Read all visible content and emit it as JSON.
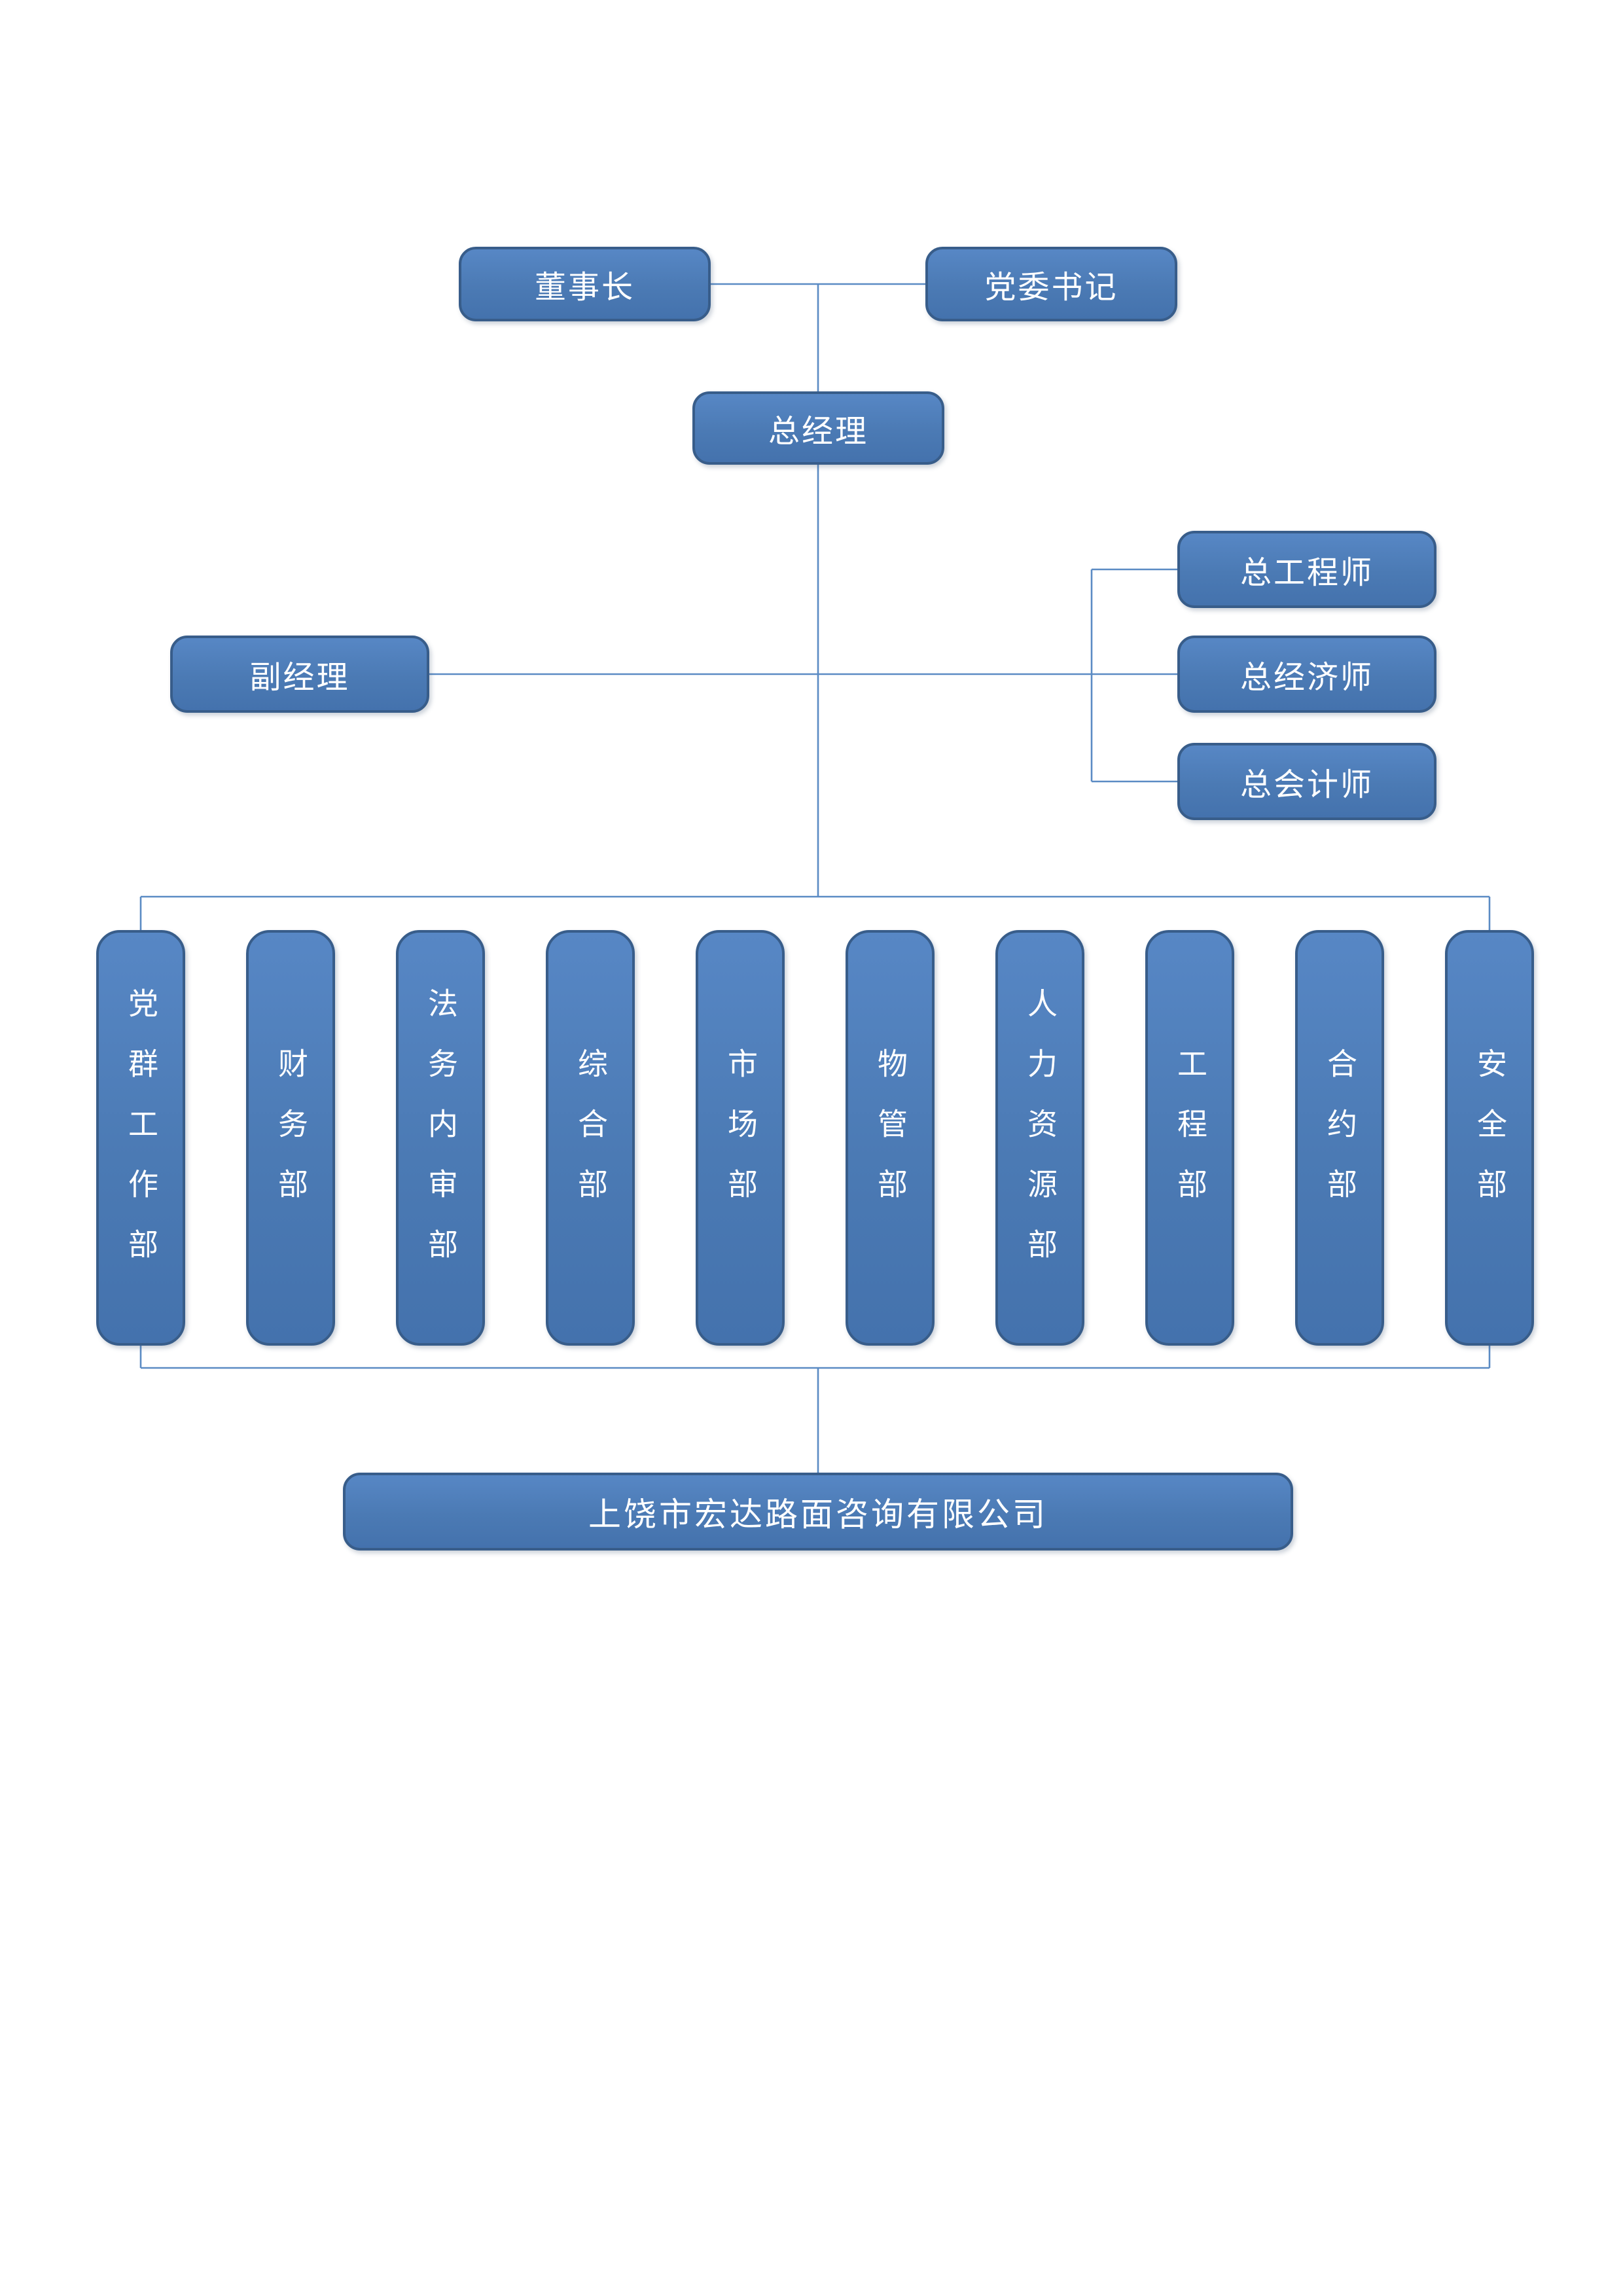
{
  "nodes": {
    "chairman": "董事长",
    "party_secretary": "党委书记",
    "general_manager": "总经理",
    "deputy_manager": "副经理",
    "chief_engineer": "总工程师",
    "chief_economist": "总经济师",
    "chief_accountant": "总会计师",
    "company": "上饶市宏达路面咨询有限公司"
  },
  "departments": [
    {
      "label": "党群工作部"
    },
    {
      "label": "财务部"
    },
    {
      "label": "法务内审部"
    },
    {
      "label": "综合部"
    },
    {
      "label": "市场部"
    },
    {
      "label": "物管部"
    },
    {
      "label": "人力资源部"
    },
    {
      "label": "工程部"
    },
    {
      "label": "合约部"
    },
    {
      "label": "安全部"
    }
  ],
  "colors": {
    "box_fill": "#4d7ebc",
    "box_border": "#385d8a",
    "connector_line": "#5b8bc4",
    "text": "#ffffff",
    "background": "#ffffff"
  }
}
